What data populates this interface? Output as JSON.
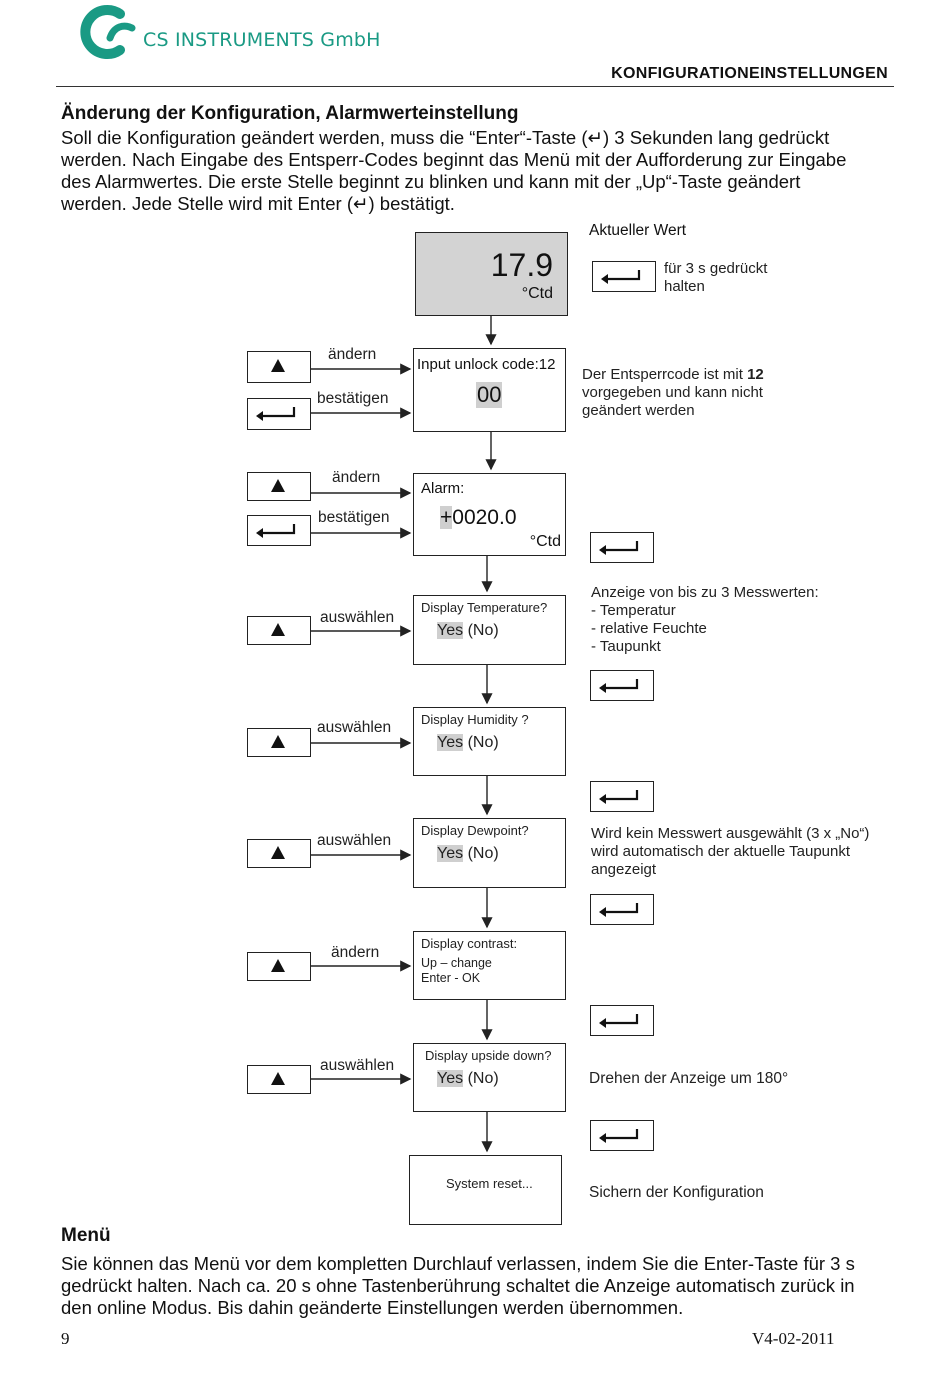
{
  "header": {
    "company": "CS INSTRUMENTS GmbH",
    "section": "KONFIGURATIONEINSTELLUNGEN"
  },
  "intro": {
    "title": "Änderung der Konfiguration, Alarmwerteinstellung",
    "lines": [
      "Soll die Konfiguration geändert werden, muss die “Enter“-Taste (↵) 3 Sekunden lang gedrückt",
      "werden. Nach Eingabe des Entsperr-Codes beginnt das Menü mit der Aufforderung zur Eingabe",
      "des Alarmwertes. Die erste Stelle beginnt zu blinken und kann mit der „Up“-Taste geändert",
      "werden. Jede Stelle wird mit Enter (↵) bestätigt."
    ]
  },
  "flow": {
    "aktueller_label": "Aktueller Wert",
    "current_value": "17.9",
    "current_unit": "°Ctd",
    "hold_note": [
      "für 3 s gedrückt",
      "halten"
    ],
    "unlock_title": "Input unlock code:12",
    "unlock_value": "00",
    "unlock_note_pre": "Der Entsperrcode ist mit ",
    "unlock_note_bold": "12",
    "unlock_note_lines": [
      "vorgegeben und kann nicht",
      "geändert werden"
    ],
    "label_aendern": "ändern",
    "label_bestaetigen": "bestätigen",
    "label_auswaehlen": "auswählen",
    "alarm_title": "Alarm:",
    "alarm_first": "+",
    "alarm_rest": "0020.0",
    "alarm_unit": "°Ctd",
    "temp_title": "Display Temperature?",
    "humidity_title": "Display Humidity ?",
    "dewpoint_title": "Display Dewpoint?",
    "contrast_title": "Display contrast:",
    "contrast_line1": "Up  –  change",
    "contrast_line2": "Enter  -  OK",
    "upside_title": "Display upside down?",
    "yes": "Yes",
    "no": "(No)",
    "reset_title": "System reset...",
    "measure_note": [
      "Anzeige von bis zu 3 Messwerten:",
      "- Temperatur",
      "- relative Feuchte",
      "- Taupunkt"
    ],
    "no_measure_note": [
      "Wird kein Messwert ausgewählt (3 x „No“)",
      "wird automatisch der aktuelle Taupunkt",
      "angezeigt"
    ],
    "rotate_note": "Drehen der Anzeige um 180°",
    "save_note": "Sichern der Konfiguration",
    "up_key_icon": "▲",
    "enter_key_icon": "enter-arrow"
  },
  "menu": {
    "title": "Menü",
    "lines": [
      "Sie können das Menü vor dem kompletten Durchlauf verlassen, indem Sie die Enter-Taste für 3 s",
      "gedrückt halten. Nach ca. 20 s ohne Tastenberührung schaltet die Anzeige automatisch zurück in",
      "den online Modus. Bis dahin geänderte Einstellungen werden übernommen."
    ]
  },
  "footer": {
    "page": "9",
    "version": "V4-02-2011"
  }
}
